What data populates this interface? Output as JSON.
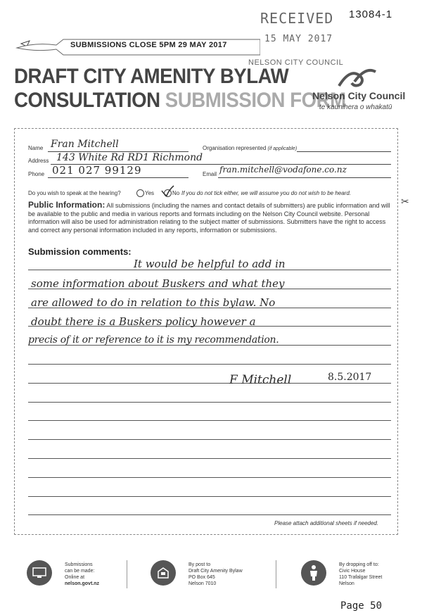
{
  "stamp": {
    "received": "RECEIVED",
    "date": "15 MAY 2017",
    "ref": "13084-1"
  },
  "banner": {
    "text": "SUBMISSIONS CLOSE 5PM 29 MAY 2017"
  },
  "council_stamp": "NELSON CITY COUNCIL",
  "title": {
    "line1": "DRAFT CITY AMENITY BYLAW",
    "line2_dark": "CONSULTATION ",
    "line2_light": "SUBMISSION FORM"
  },
  "logo": {
    "name": "Nelson City Council",
    "tagline": "te kaunihera o whakatū"
  },
  "form": {
    "name_label": "Name",
    "name_value": "Fran Mitchell",
    "org_label": "Organisation represented",
    "org_note": "(if applicable)",
    "address_label": "Address",
    "address_value": "143 White Rd RD1 Richmond",
    "phone_label": "Phone",
    "phone_value": "021 027 99129",
    "email_label": "Email",
    "email_value": "fran.mitchell@vodafone.co.nz",
    "hearing_question": "Do you wish to speak at the hearing?",
    "yes_label": "Yes",
    "no_label": "No",
    "hearing_note": "If you do not tick either, we will assume you do not wish to be heard.",
    "hearing_choice": "No"
  },
  "public_info": {
    "heading": "Public Information:",
    "text": "All submissions (including the names and contact details of submitters) are public information and will be available to the public and media in various reports and formats including on the Nelson City Council website. Personal information will also be used for administration relating to the subject matter of submissions. Submitters have the right to access and correct any personal information included in any reports, information or submissions."
  },
  "comments": {
    "heading": "Submission comments:",
    "lines": [
      "It would be helpful to add in",
      "some information about Buskers and what they",
      "are allowed to do in relation to this bylaw. No",
      "doubt there is a Buskers policy however a",
      "precis of it or reference to it is my recommendation."
    ],
    "signature": "F Mitchell",
    "sig_date": "8.5.2017",
    "attach_note": "Please attach additional sheets if needed."
  },
  "footer": {
    "online": [
      "Submissions",
      "can be made:",
      "Online at",
      "nelson.govt.nz"
    ],
    "post": [
      "By post to",
      "Draft City Amenity Bylaw",
      "PO Box 645",
      "Nelson 7010"
    ],
    "drop": [
      "By dropping off to:",
      "Civic House",
      "110 Trafalgar Street",
      "Nelson"
    ]
  },
  "page_number": "Page 50"
}
